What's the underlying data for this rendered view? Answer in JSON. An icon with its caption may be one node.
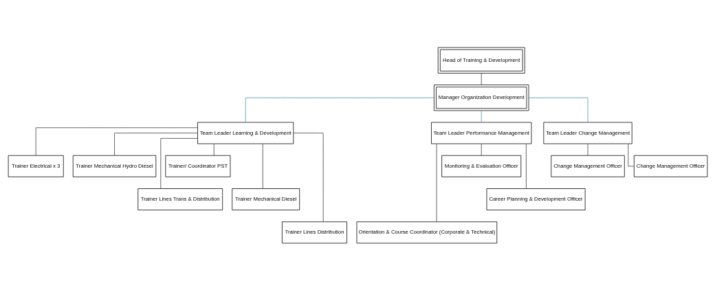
{
  "diagram": {
    "nodes": [
      {
        "text": [
          "Head of Training & Development"
        ]
      },
      {
        "text": [
          "Manager Organization Development"
        ]
      },
      {
        "text": [
          "Team Leader Learning & Development"
        ]
      },
      {
        "text": [
          "Team Leader Performance Management"
        ]
      },
      {
        "text": [
          "Team Leader Change Management"
        ]
      },
      {
        "text": [
          "Trainer Electrical x 3"
        ]
      },
      {
        "text": [
          "Trainer Mechanical Hydro Diesel"
        ]
      },
      {
        "text": [
          "Trainer/ Coordinator PST"
        ]
      },
      {
        "text": [
          "Trainer Lines Trans & Distribution"
        ]
      },
      {
        "text": [
          "Trainer Mechanical Diesel"
        ]
      },
      {
        "text": [
          "Trainer Lines Distribution"
        ]
      },
      {
        "text": [
          "Orientation & Course Coordinator (Corporate & Technical)"
        ]
      },
      {
        "text": [
          "Monitoring & Evaluation Officer"
        ]
      },
      {
        "text": [
          "Career Planning & Development Officer"
        ]
      },
      {
        "text": [
          "Change Management Officer"
        ]
      },
      {
        "text": [
          "Change Management Officer"
        ]
      }
    ],
    "edges": [
      {
        "from": 0,
        "to": 1,
        "arrow": "none"
      },
      {
        "from": 1,
        "to": 2,
        "arrow": "none",
        "color": "#4a8fa8"
      },
      {
        "from": 1,
        "to": 3,
        "arrow": "none",
        "color": "#4a8fa8"
      },
      {
        "from": 1,
        "to": 4,
        "arrow": "none",
        "color": "#4a8fa8"
      },
      {
        "from": 2,
        "to": 5,
        "arrow": "none"
      },
      {
        "from": 2,
        "to": 6,
        "arrow": "none"
      },
      {
        "from": 2,
        "to": 7,
        "arrow": "none"
      },
      {
        "from": 2,
        "to": 8,
        "arrow": "none"
      },
      {
        "from": 2,
        "to": 9,
        "arrow": "none"
      },
      {
        "from": 2,
        "to": 10,
        "arrow": "none"
      },
      {
        "from": 3,
        "to": 11,
        "arrow": "none"
      },
      {
        "from": 3,
        "to": 12,
        "arrow": "none"
      },
      {
        "from": 3,
        "to": 13,
        "arrow": "none"
      },
      {
        "from": 4,
        "to": 14,
        "arrow": "none"
      },
      {
        "from": 4,
        "to": 15,
        "arrow": "none"
      }
    ]
  }
}
